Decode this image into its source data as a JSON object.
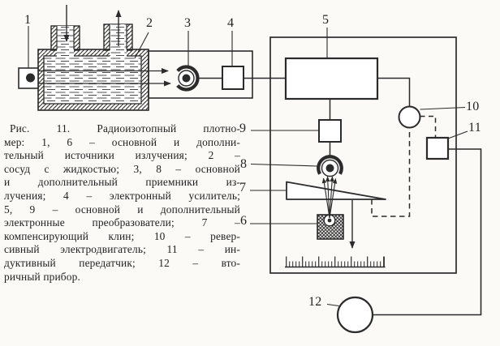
{
  "figure_caption": {
    "lines": [
      "Рис. 11. Радиоизотопный плотно-",
      "мер: 1, 6 – основной и дополни-",
      "тельный источники излучения; 2 –",
      "сосуд с жидкостью; 3, 8 – основной",
      "и дополнительный приемники из-",
      "лучения; 4 – электронный усилитель;",
      "5, 9 – основной и дополнительный",
      "электронные преобразователи; 7 –",
      "компенсирующий клин; 10 – ревер-",
      "сивный электродвигатель; 11 – ин-",
      "дуктивный передатчик; 12 – вто-",
      "ричный прибор."
    ]
  },
  "diagram": {
    "labels": {
      "n1": "1",
      "n2": "2",
      "n3": "3",
      "n4": "4",
      "n5": "5",
      "n6": "6",
      "n7": "7",
      "n8": "8",
      "n9": "9",
      "n10": "10",
      "n11": "11",
      "n12": "12"
    },
    "colors": {
      "ink": "#2b2b2b",
      "paper": "#fbfaf7"
    }
  }
}
